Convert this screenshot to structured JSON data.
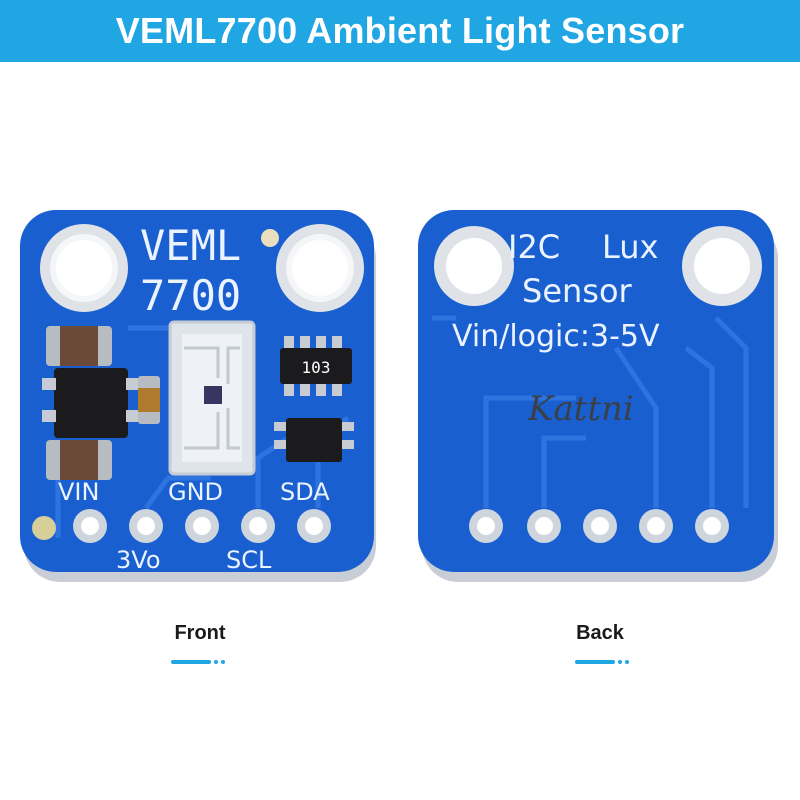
{
  "title": "VEML7700 Ambient Light Sensor",
  "colors": {
    "banner": "#1fa6e3",
    "pcb": "#1a5fcf",
    "pcb_dark": "#0f4aa8",
    "pcb_edge": "#d9dde3",
    "pad": "#cfd5dc",
    "accent": "#1fa6e3"
  },
  "front": {
    "caption": "Front",
    "chip_line1": "VEML",
    "chip_line2": "7700",
    "resistor_code": "103",
    "pins": {
      "vin": "VIN",
      "v3o": "3Vo",
      "gnd": "GND",
      "scl": "SCL",
      "sda": "SDA"
    }
  },
  "back": {
    "caption": "Back",
    "line1_left": "I2C",
    "line1_right": "Lux",
    "line2": "Sensor",
    "line3": "Vin/logic:3-5V",
    "signature": "Kattni"
  }
}
